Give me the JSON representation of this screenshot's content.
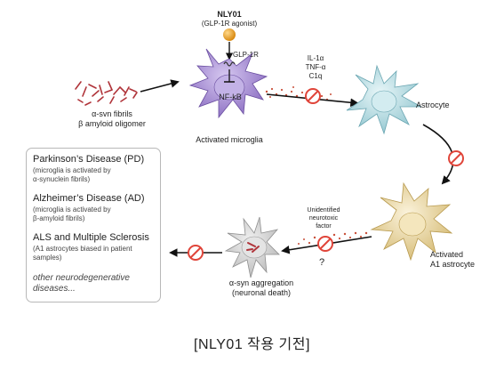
{
  "figure": {
    "agonist": {
      "name": "NLY01",
      "subtitle": "(GLP-1R agonist)",
      "color": "#f0a529"
    },
    "receptor_label": "GLP-1R",
    "microglia": {
      "label": "Activated microglia",
      "inner_label": "NF-kB",
      "color": "#a58bd2"
    },
    "stimuli": {
      "line1": "α-svn fibrils",
      "line2": "β amyloid oligomer"
    },
    "cytokines": {
      "line1": "IL-1α",
      "line2": "TNF-α",
      "line3": "C1q"
    },
    "astrocyte": {
      "label": "Astrocyte",
      "color": "#bfe0e6"
    },
    "a1_astrocyte": {
      "line1": "Activated",
      "line2": "A1 astrocyte",
      "color": "#ead9a8"
    },
    "neurotoxic": {
      "line1": "Unidentified",
      "line2": "neurotoxic",
      "line3": "factor",
      "question": "?"
    },
    "neuron": {
      "line1": "α-syn aggregation",
      "line2": "(neuronal death)",
      "color": "#dcdcdc"
    },
    "block_color": "#e0453a"
  },
  "infobox": {
    "items": [
      {
        "title": "Parkinson’s Disease (PD)",
        "sub": "(microglia is activated by\nα-synuclein fibrils)"
      },
      {
        "title": "Alzheimer’s Disease (AD)",
        "sub": "(microglia is activated by\nβ-amyloid fibrils)"
      },
      {
        "title": "ALS and Multiple Sclerosis",
        "sub": "(A1 astrocytes biased in patient\nsamples)"
      }
    ],
    "other": "other neurodegenerative\ndiseases..."
  },
  "caption": "[NLY01 작용 기전]"
}
